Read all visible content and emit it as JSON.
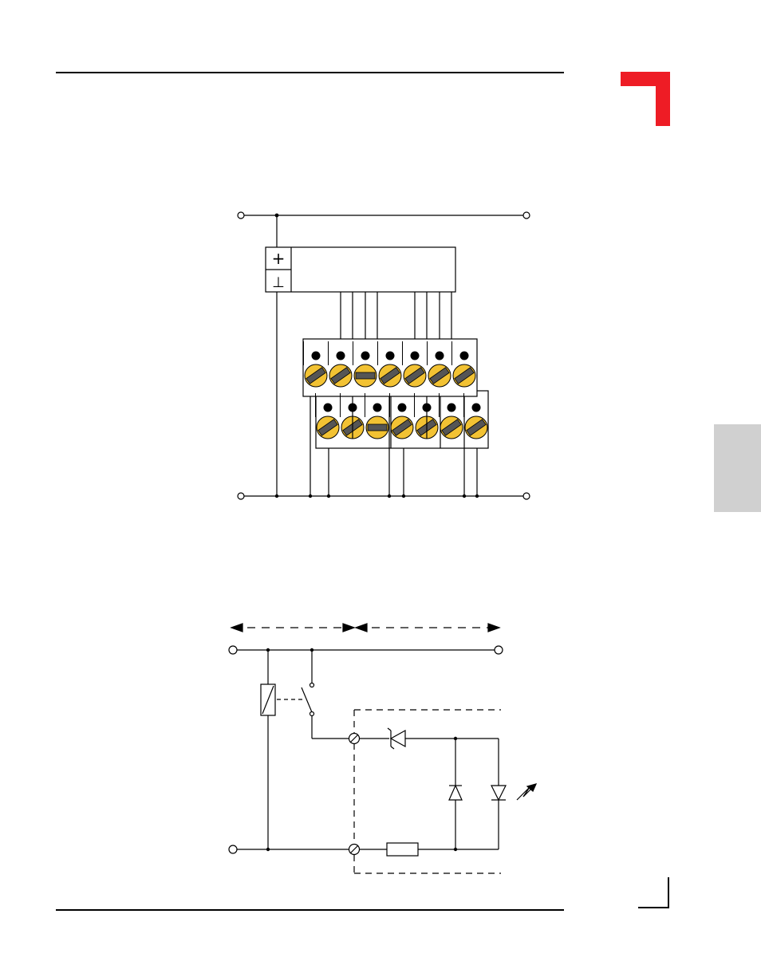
{
  "colors": {
    "accent_red": "#ee1c25",
    "thumb_tab_gray": "#d0d0d0",
    "terminal_yellow": "#f2c233",
    "terminal_slot": "#555555",
    "line": "#000000"
  },
  "diagram_top": {
    "module_symbols": {
      "plus": "+",
      "ground": "⊥"
    },
    "upper_terminal_count": 7,
    "lower_terminal_count": 7
  },
  "diagram_bottom": {
    "components": [
      "terminal-screw",
      "zener-diode",
      "diode",
      "led",
      "resistor",
      "relay-coil",
      "switch"
    ]
  },
  "icons": {
    "terminal-screw": "circle-with-slash",
    "led": "diode-with-arrow"
  }
}
